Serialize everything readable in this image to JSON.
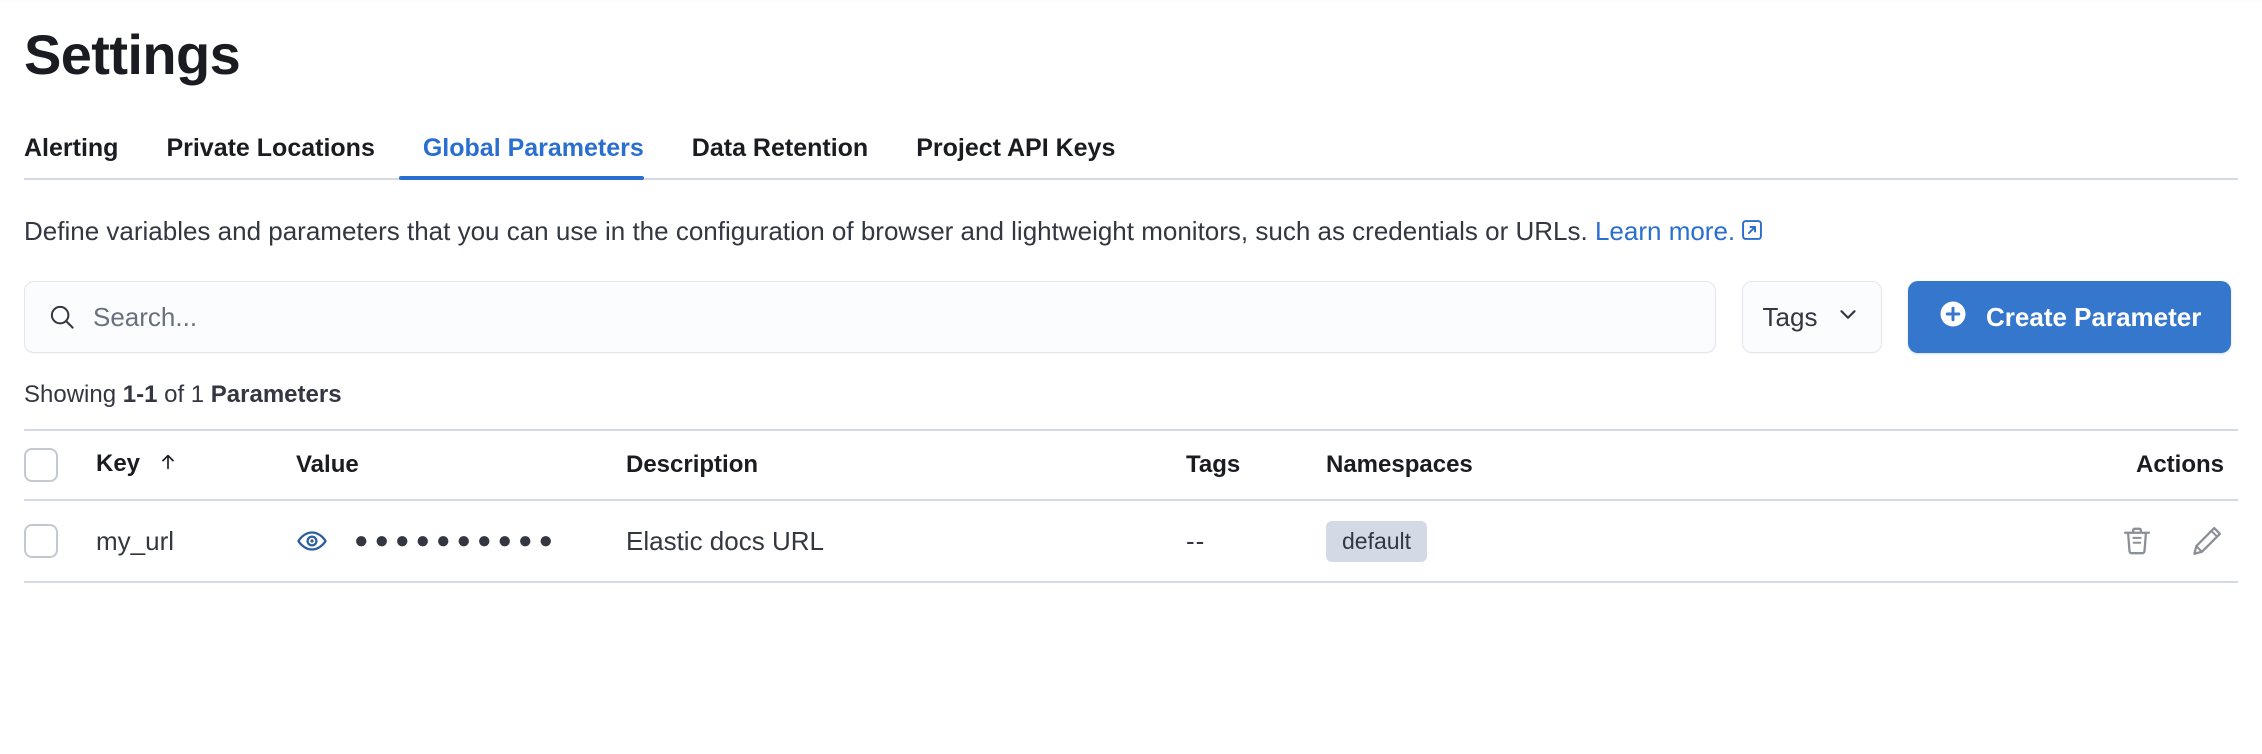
{
  "header": {
    "title": "Settings"
  },
  "tabs": [
    {
      "id": "alerting",
      "label": "Alerting",
      "active": false
    },
    {
      "id": "private-locations",
      "label": "Private Locations",
      "active": false
    },
    {
      "id": "global-parameters",
      "label": "Global Parameters",
      "active": true
    },
    {
      "id": "data-retention",
      "label": "Data Retention",
      "active": false
    },
    {
      "id": "project-api-keys",
      "label": "Project API Keys",
      "active": false
    }
  ],
  "description": {
    "text": "Define variables and parameters that you can use in the configuration of browser and lightweight monitors, such as credentials or URLs.",
    "link_label": "Learn more.",
    "link_icon": "external-link-icon"
  },
  "controls": {
    "search": {
      "icon": "search-icon",
      "value": "",
      "placeholder": "Search..."
    },
    "tags_filter": {
      "label": "Tags",
      "icon": "chevron-down-icon"
    },
    "create_button": {
      "label": "Create Parameter",
      "icon": "plus-circle-icon"
    }
  },
  "summary": {
    "prefix": "Showing ",
    "range": "1-1",
    "middle": " of 1 ",
    "entity": "Parameters"
  },
  "table": {
    "columns": [
      {
        "id": "select",
        "label": ""
      },
      {
        "id": "key",
        "label": "Key",
        "sort": "asc",
        "sort_icon": "arrow-up-icon"
      },
      {
        "id": "value",
        "label": "Value"
      },
      {
        "id": "description",
        "label": "Description"
      },
      {
        "id": "tags",
        "label": "Tags"
      },
      {
        "id": "namespaces",
        "label": "Namespaces"
      },
      {
        "id": "actions",
        "label": "Actions"
      }
    ],
    "rows": [
      {
        "key": "my_url",
        "value_icon": "eye-icon",
        "value_masked": "●●●●●●●●●●",
        "description": "Elastic docs URL",
        "tags": "--",
        "namespace": "default",
        "actions": [
          "trash-icon",
          "pencil-icon"
        ]
      }
    ]
  },
  "colors": {
    "accent_blue": "#2a6ecf",
    "button_blue": "#3577cc",
    "eye_icon_blue": "#2d5f9e",
    "border": "#d3dae6",
    "text": "#343741",
    "heading": "#1a1c21",
    "badge_bg": "#d3dae6",
    "icon_gray": "#8a8f98"
  }
}
